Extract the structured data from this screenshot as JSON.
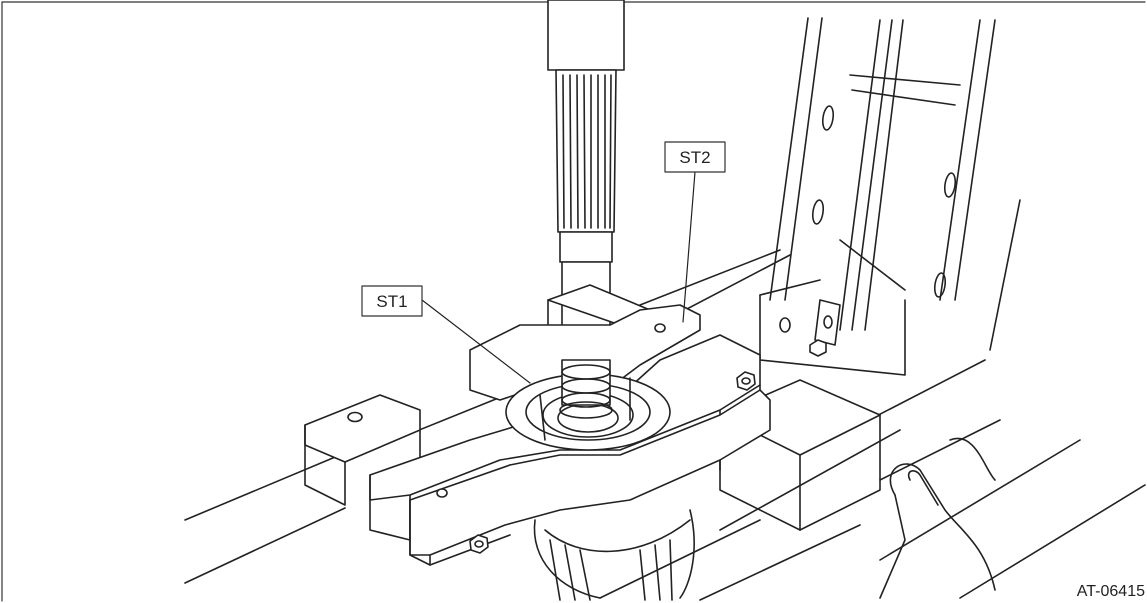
{
  "labels": {
    "st1": "ST1",
    "st2": "ST2"
  },
  "figure_code": "AT-06415",
  "colors": {
    "line": "#222222",
    "frame": "#333333",
    "background": "#ffffff"
  }
}
